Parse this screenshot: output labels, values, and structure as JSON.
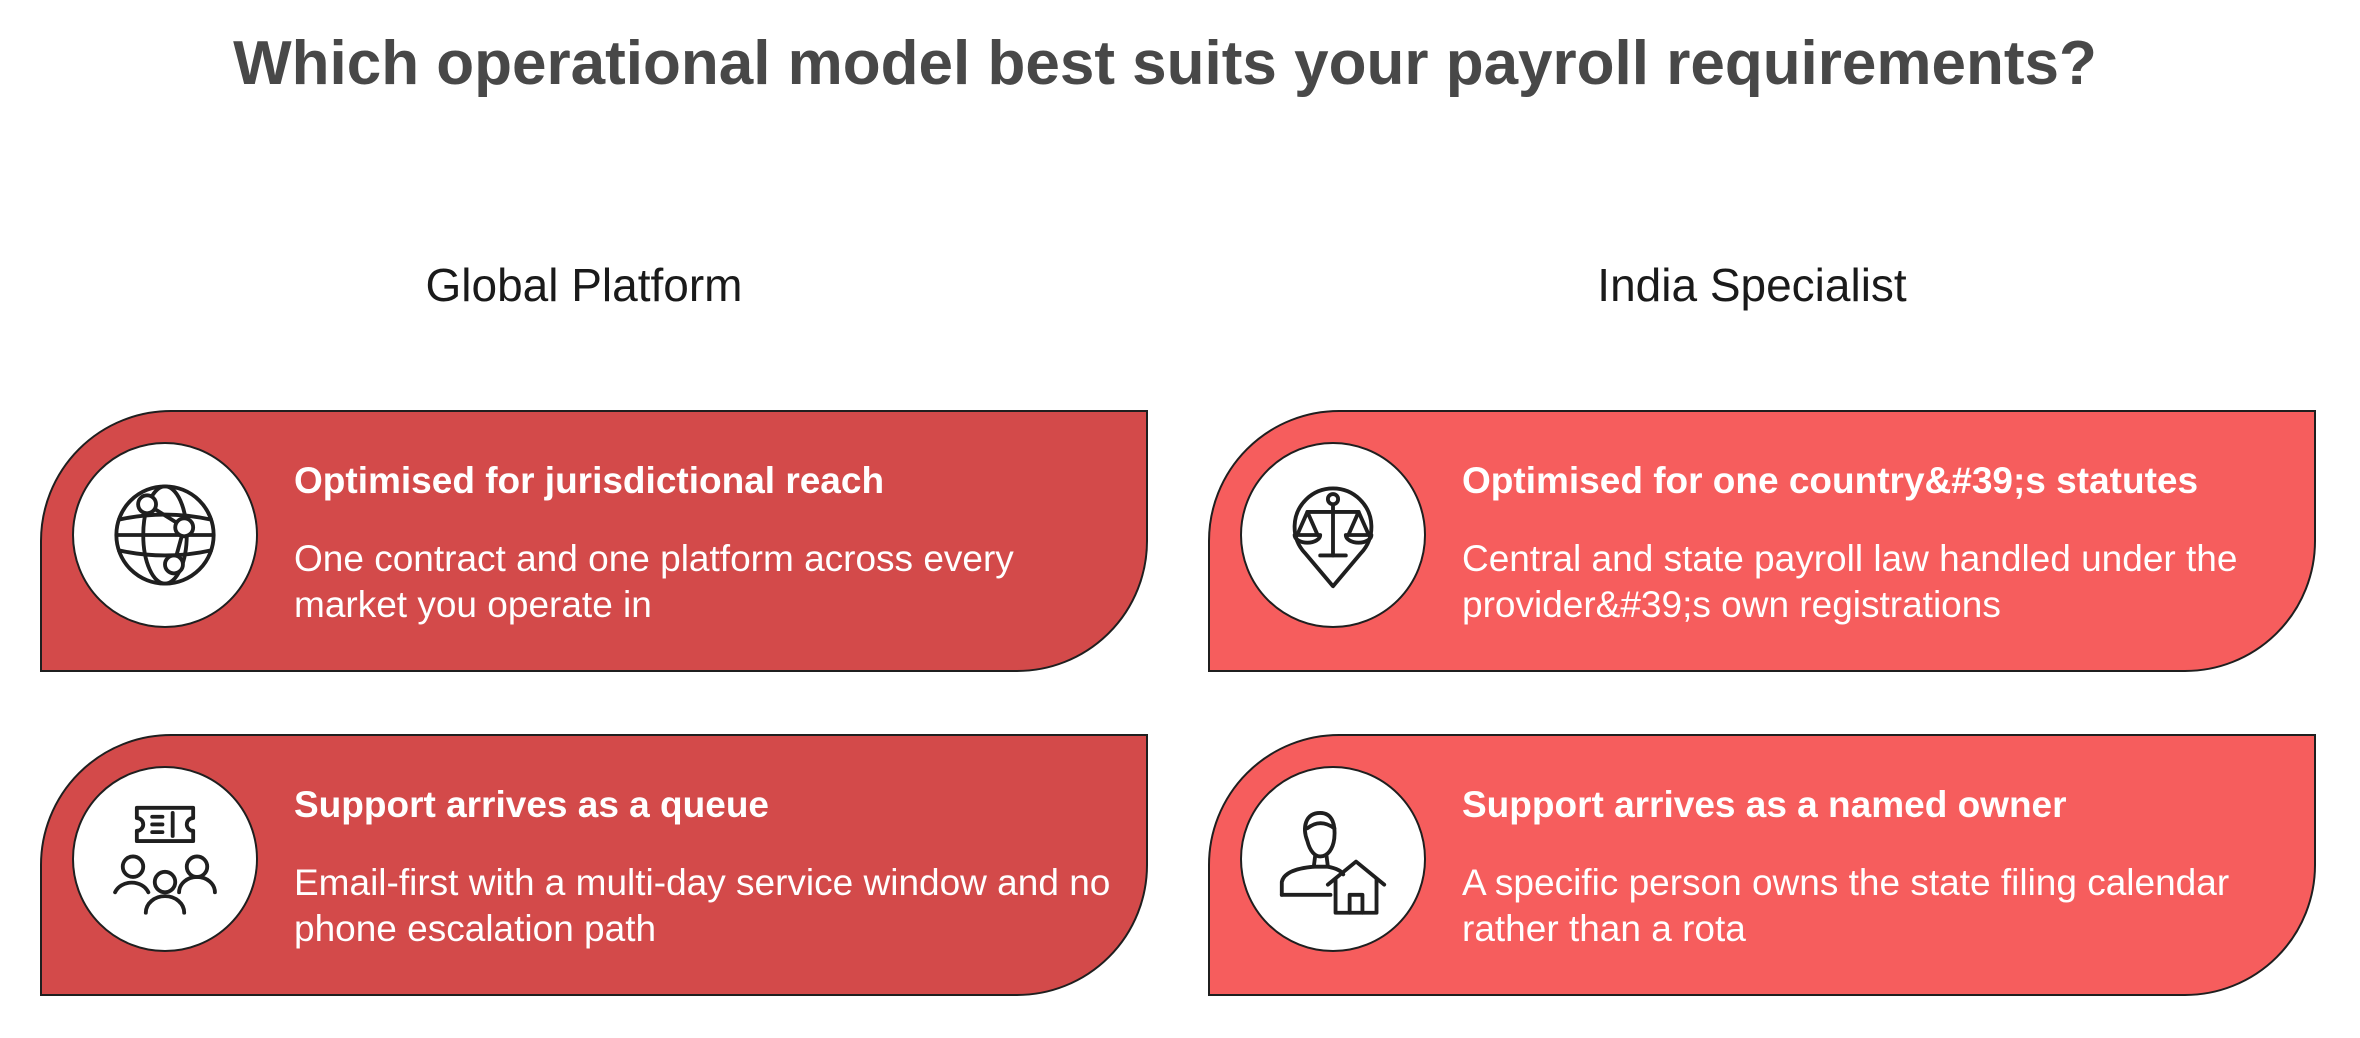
{
  "title": "Which operational model best suits your payroll requirements?",
  "columns": [
    {
      "heading": "Global Platform",
      "cards": [
        {
          "icon": "globe-network-icon",
          "title": "Optimised for jurisdictional reach",
          "body": "One contract and one platform across every market you operate in"
        },
        {
          "icon": "support-ticket-group-icon",
          "title": "Support arrives as a queue",
          "body": "Email-first with a multi-day service window and no phone escalation path"
        }
      ]
    },
    {
      "heading": "India Specialist",
      "cards": [
        {
          "icon": "scales-location-pin-icon",
          "title": "Optimised for one country&#39;s statutes",
          "body": "Central and state payroll law handled under the provider&#39;s own registrations"
        },
        {
          "icon": "person-house-icon",
          "title": "Support arrives as a named owner",
          "body": "A specific person owns the state filing calendar rather than a rota"
        }
      ]
    }
  ],
  "colors": {
    "global_card": "#d34a4a",
    "india_card": "#f65d5d",
    "title_text": "#484848"
  }
}
